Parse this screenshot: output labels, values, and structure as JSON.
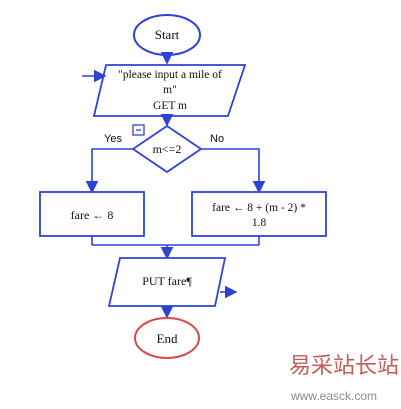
{
  "flowchart": {
    "start_label": "Start",
    "input_line1": "\"please input a mile of",
    "input_line2": "m\"",
    "input_line3": "GET m",
    "decision_label": "m<=2",
    "yes_label": "Yes",
    "no_label": "No",
    "yes_action": "fare ← 8",
    "no_action_line1": "fare ← 8 + (m - 2) *",
    "no_action_line2": "1.8",
    "output_label": "PUT fare¶",
    "end_label": "End"
  },
  "watermark": {
    "chinese_text": "易采站长站",
    "url": "www.easck.com"
  },
  "colors": {
    "flow_blue": "#2d43d8",
    "end_red": "#d94b4b",
    "watermark_red": "#c65b5b",
    "watermark_gray": "#8b8b8b"
  }
}
